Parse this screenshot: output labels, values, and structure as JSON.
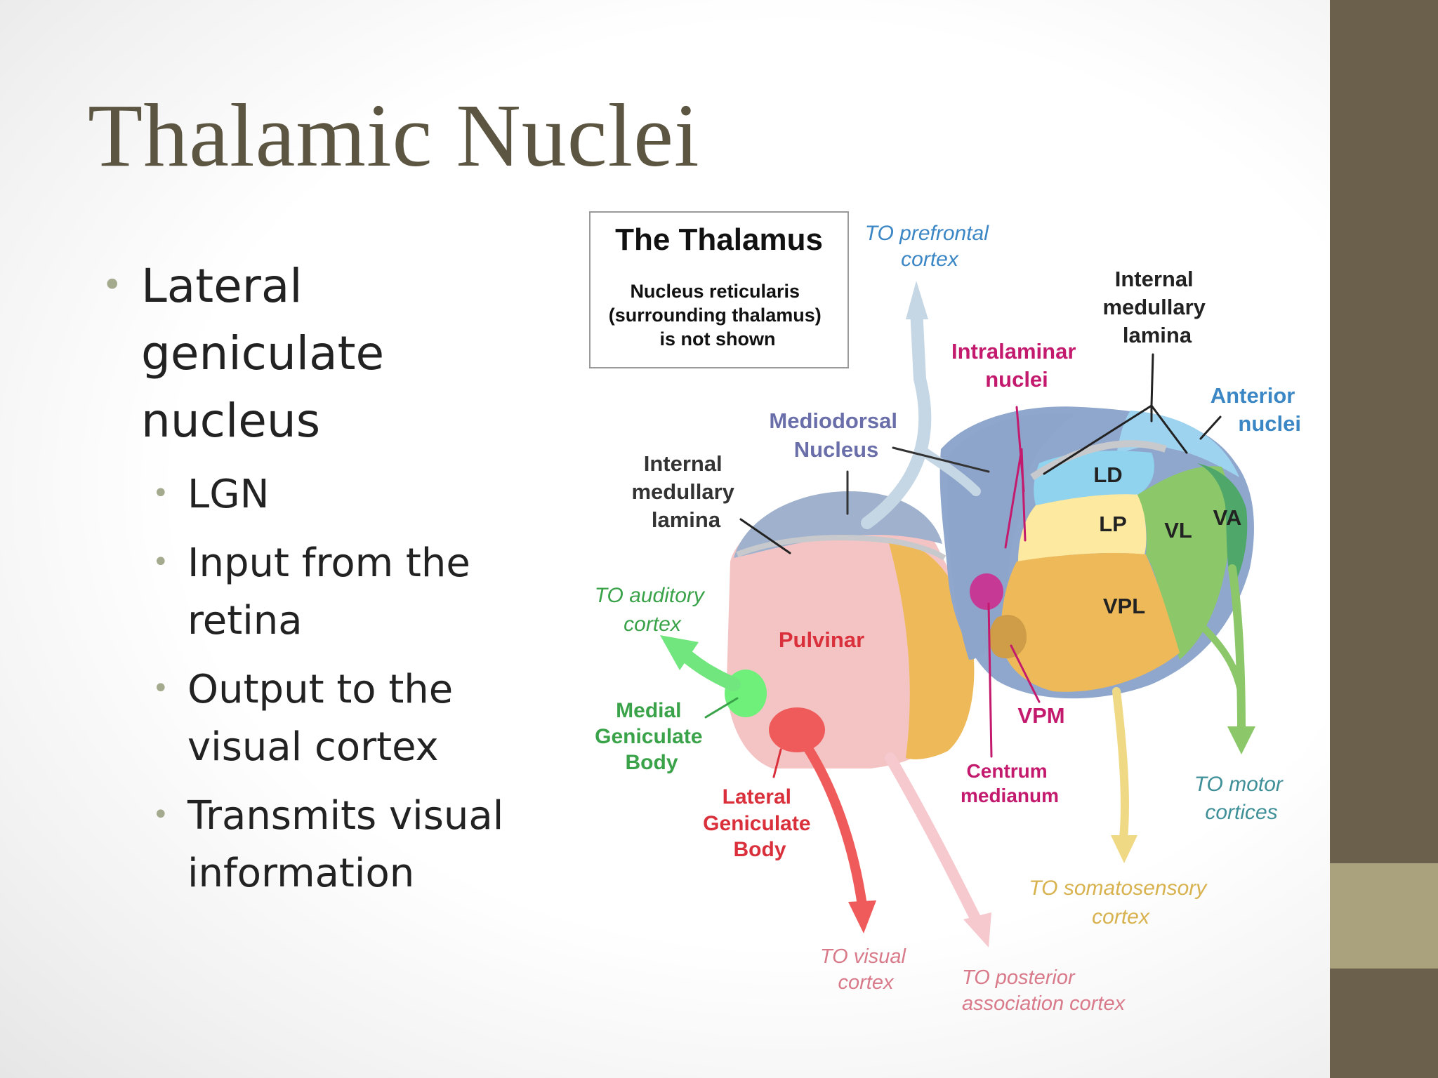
{
  "slide": {
    "title": "Thalamic Nuclei",
    "bullets": [
      {
        "text": "Lateral geniculate nucleus",
        "level": 1
      },
      {
        "text": "LGN",
        "level": 2
      },
      {
        "text": "Input from the retina",
        "level": 2
      },
      {
        "text": "Output to the visual cortex",
        "level": 2
      },
      {
        "text": "Transmits visual information",
        "level": 2
      }
    ]
  },
  "diagram": {
    "box_title": "The Thalamus",
    "box_note": [
      "Nucleus reticularis",
      "(surrounding thalamus)",
      "is not shown"
    ],
    "labels": {
      "to_prefrontal": [
        "TO prefrontal",
        "cortex"
      ],
      "internal_medullary_lamina_right": [
        "Internal",
        "medullary",
        "lamina"
      ],
      "intralaminar_nuclei": [
        "Intralaminar",
        "nuclei"
      ],
      "anterior_nuclei": [
        "Anterior",
        "nuclei"
      ],
      "mediodorsal_nucleus": [
        "Mediodorsal",
        "Nucleus"
      ],
      "internal_medullary_lamina_left": [
        "Internal",
        "medullary",
        "lamina"
      ],
      "ld": "LD",
      "lp": "LP",
      "vl": "VL",
      "va": "VA",
      "vpl": "VPL",
      "to_auditory": [
        "TO auditory",
        "cortex"
      ],
      "pulvinar": "Pulvinar",
      "medial_geniculate_body": [
        "Medial",
        "Geniculate",
        "Body"
      ],
      "vpm": "VPM",
      "centrum_medianum": [
        "Centrum",
        "medianum"
      ],
      "to_motor": [
        "TO motor",
        "cortices"
      ],
      "lateral_geniculate_body": [
        "Lateral",
        "Geniculate",
        "Body"
      ],
      "to_somatosensory": [
        "TO somatosensory",
        "cortex"
      ],
      "to_visual": [
        "TO visual",
        "cortex"
      ],
      "to_posterior": [
        "TO posterior",
        "association cortex"
      ]
    }
  },
  "colors": {
    "title": "#5b5541",
    "sidebar_dark": "#6b604b",
    "sidebar_light": "#a9a27c",
    "bullet_dot": "#a4aa8e",
    "label_blue": "#3b86c4",
    "label_purple": "#6a6faa",
    "label_magenta": "#c41a6e",
    "label_green": "#3aa34a",
    "label_red": "#d9303c",
    "label_pink": "#d97a8a",
    "label_yellow": "#d8b24e",
    "label_teal": "#3f8f98"
  }
}
